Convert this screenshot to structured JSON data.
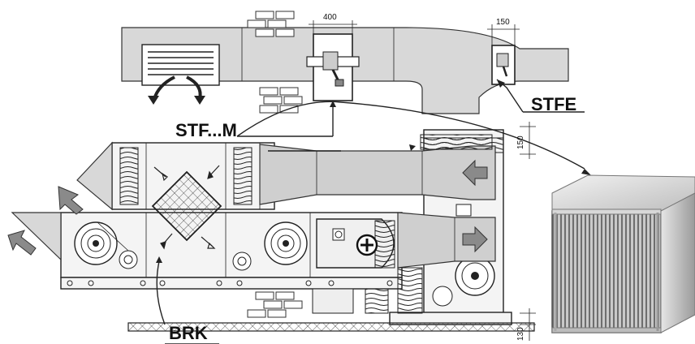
{
  "labels": {
    "stfe": "STFE",
    "stfm": "STF...M",
    "brk": "BRK"
  },
  "dimensions": {
    "top_width": "400",
    "right_width": "150",
    "side_height": "150",
    "base_height": "130"
  },
  "colors": {
    "duct_fill": "#d8d8d8",
    "arrow_fill": "#8a8a8a",
    "outline": "#222222"
  },
  "icons": {
    "heater_symbol": "plus-icon",
    "exchanger_photo": "heat-exchanger-block"
  }
}
